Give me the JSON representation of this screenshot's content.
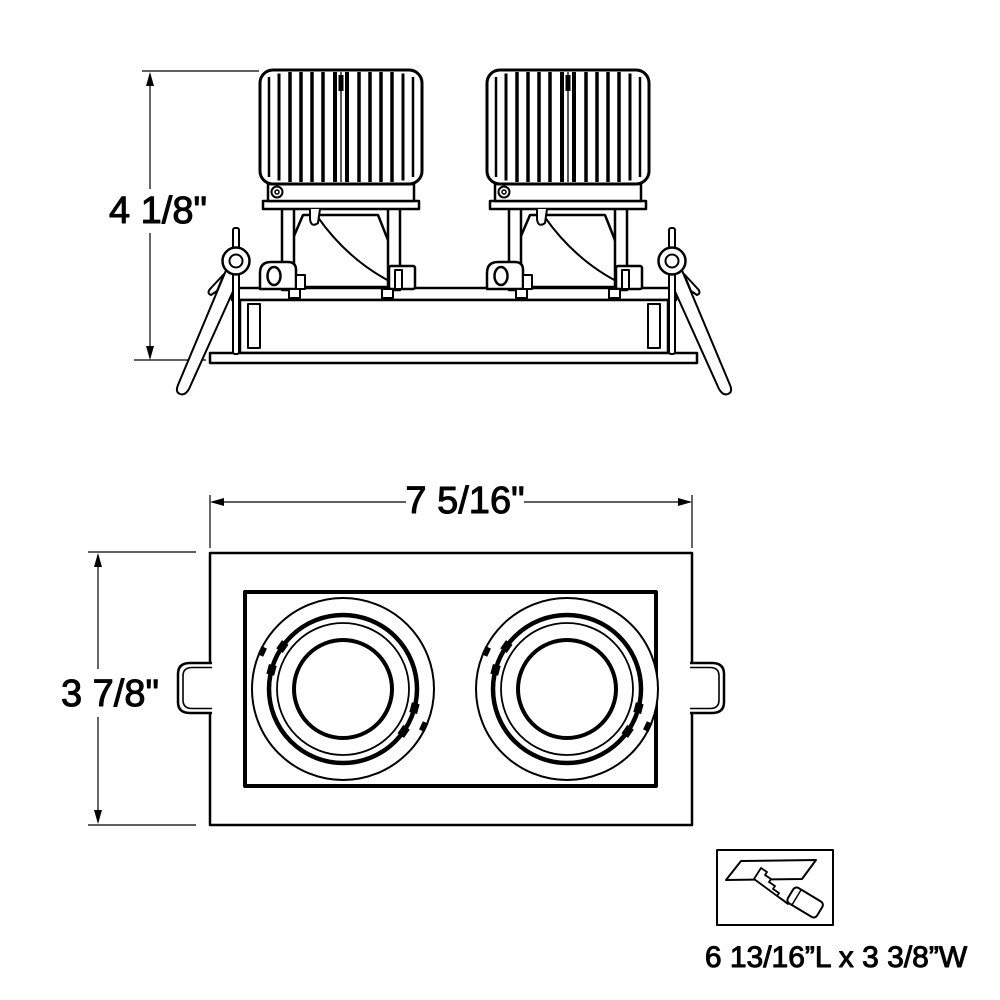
{
  "colors": {
    "ink": "#000000",
    "paper": "#ffffff"
  },
  "side_view": {
    "height_dim": "4 1/8\""
  },
  "plan_view": {
    "width_dim": "7 5/16\"",
    "height_dim": "3 7/8\""
  },
  "cutout": {
    "icon": "saw-cutting-ceiling-icon",
    "size_label": "6 13/16”L x 3 3/8”W"
  }
}
